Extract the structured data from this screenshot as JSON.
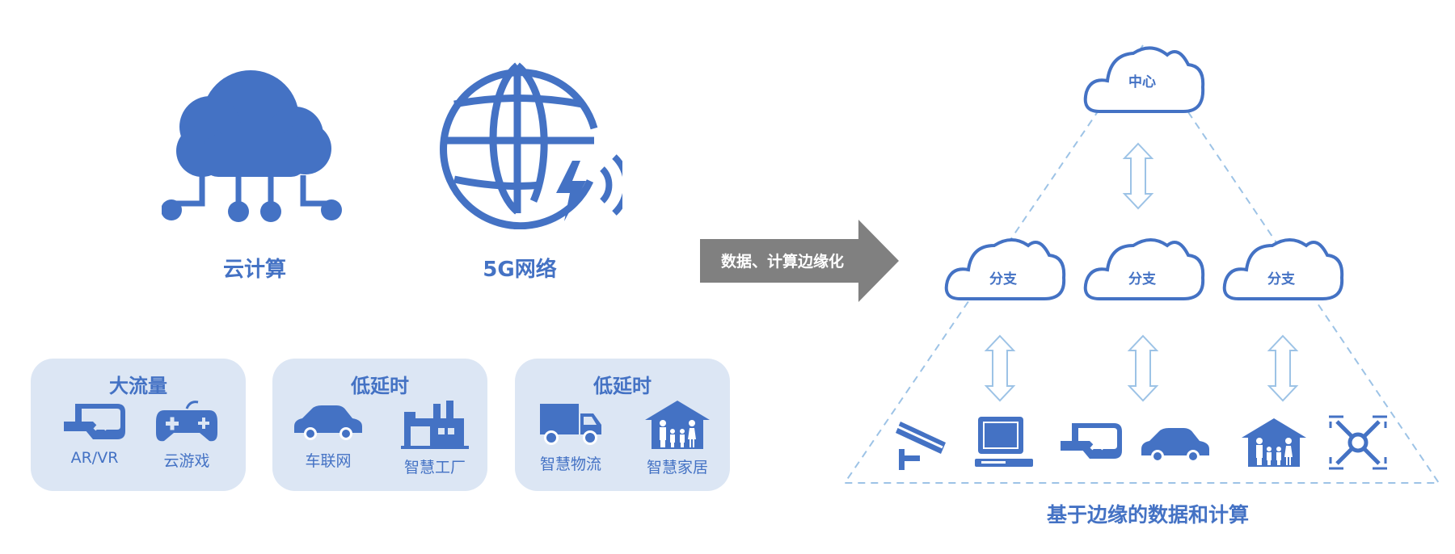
{
  "top": {
    "cloud_label": "云计算",
    "fiveg_label": "5G网络"
  },
  "arrow": {
    "label": "数据、计算边缘化"
  },
  "cards": [
    {
      "title": "大流量",
      "items": [
        {
          "icon": "vr-glasses-icon",
          "label": "AR/VR"
        },
        {
          "icon": "gamepad-icon",
          "label": "云游戏"
        }
      ]
    },
    {
      "title": "低延时",
      "items": [
        {
          "icon": "car-icon",
          "label": "车联网"
        },
        {
          "icon": "factory-icon",
          "label": "智慧工厂"
        }
      ]
    },
    {
      "title": "低延时",
      "items": [
        {
          "icon": "truck-icon",
          "label": "智慧物流"
        },
        {
          "icon": "family-home-icon",
          "label": "智慧家居"
        }
      ]
    }
  ],
  "pyramid": {
    "center_label": "中心",
    "branches": [
      "分支",
      "分支",
      "分支"
    ],
    "devices": [
      "camera-icon",
      "computer-icon",
      "vr-glasses-icon",
      "car-icon",
      "family-home-icon",
      "drone-icon"
    ],
    "title": "基于边缘的数据和计算"
  },
  "colors": {
    "primary": "#4472c4",
    "light": "#dce6f4",
    "arrow_gray": "#808080",
    "dashed": "#9dc3e6"
  }
}
